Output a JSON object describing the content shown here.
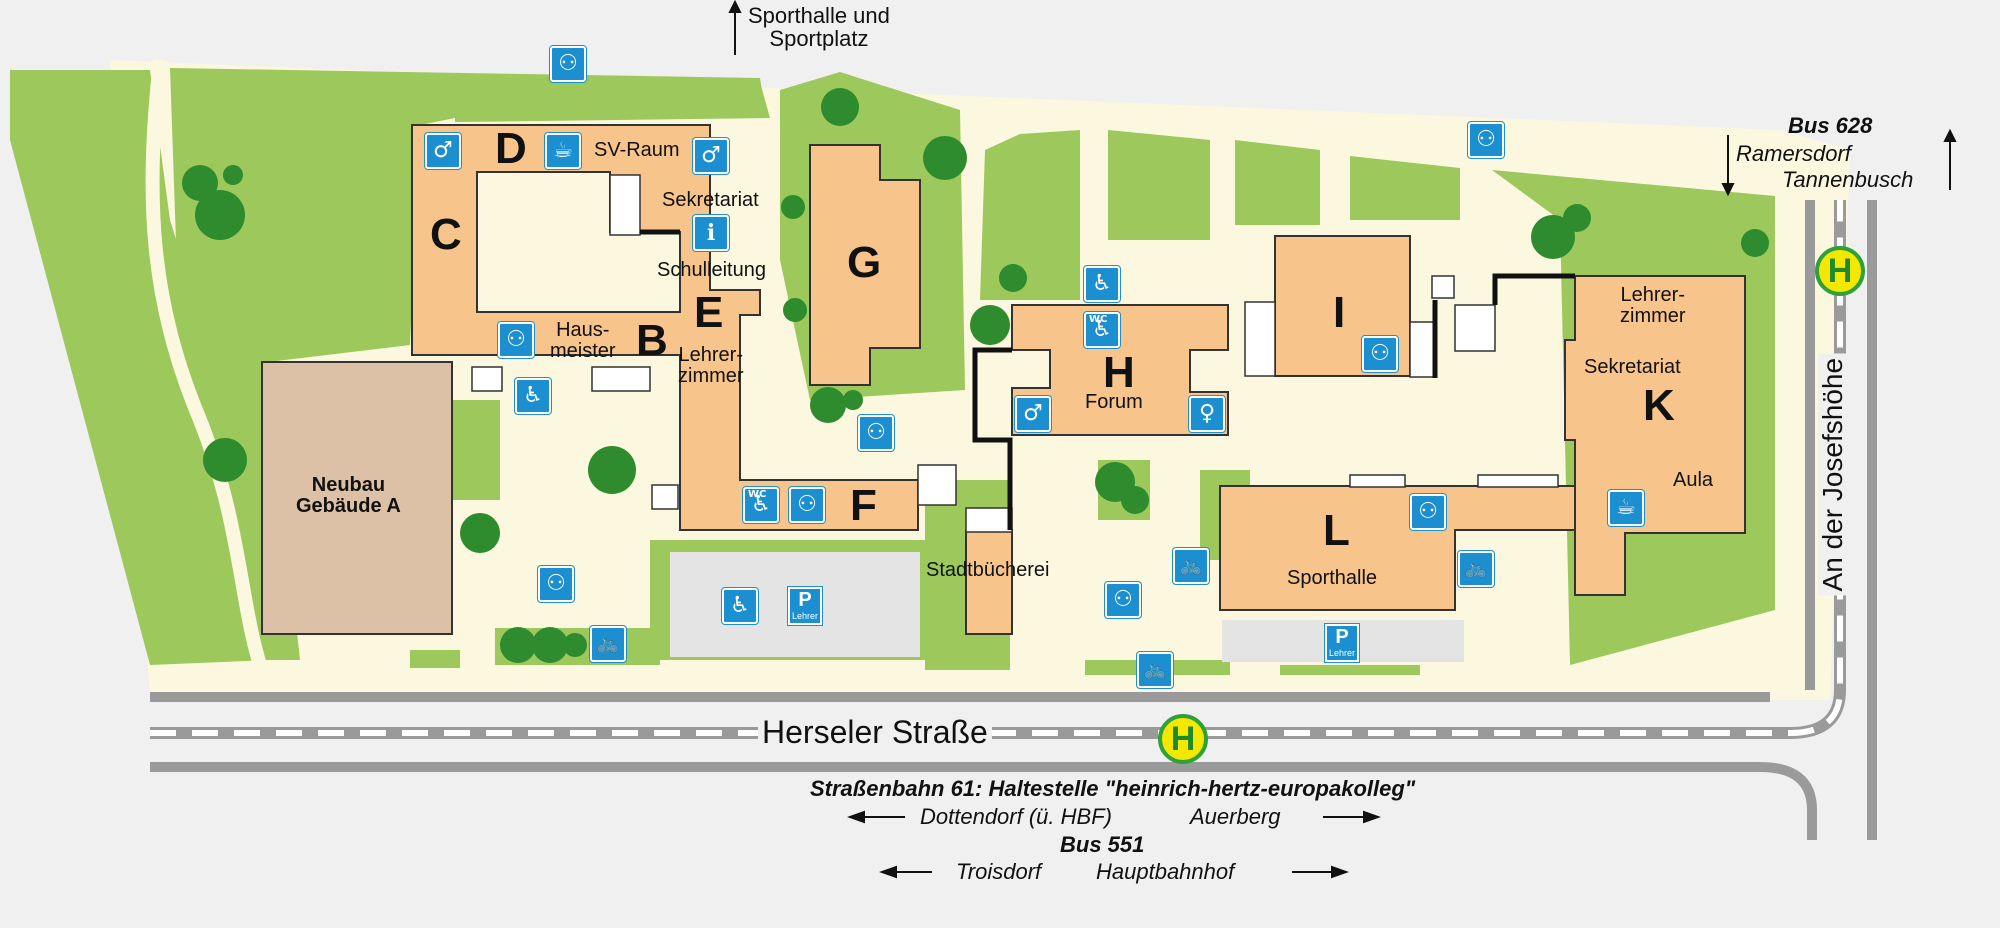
{
  "buildings": {
    "A": "Neubau\nGebäude A",
    "B": "B",
    "C": "C",
    "D": "D",
    "E": "E",
    "F": "F",
    "G": "G",
    "H": "H",
    "I": "I",
    "K": "K",
    "L": "L"
  },
  "rooms": {
    "sv_raum": "SV-Raum",
    "sekretariat_e": "Sekretariat",
    "schulleitung": "Schulleitung",
    "hausmeister": "Haus-\nmeister",
    "lehrerzimmer_e": "Lehrer-\nzimmer",
    "forum": "Forum",
    "stadtbuecherei": "Stadtbücherei",
    "lehrerzimmer_k": "Lehrer-\nzimmer",
    "sekretariat_k": "Sekretariat",
    "aula": "Aula",
    "sporthalle": "Sporthalle"
  },
  "directions": {
    "sport": "Sporthalle und\nSportplatz"
  },
  "streets": {
    "herseler": "Herseler Straße",
    "josefshoehe": "An der Josefshöhe"
  },
  "transit": {
    "bus628": "Bus 628",
    "ramersdorf": "Ramersdorf",
    "tannenbusch": "Tannenbusch",
    "tram_line": "Straßenbahn 61:  Haltestelle \"heinrich-hertz-europakolleg\"",
    "dottendorf": "Dottendorf (ü. HBF)",
    "auerberg": "Auerberg",
    "bus551": "Bus 551",
    "troisdorf": "Troisdorf",
    "hauptbahnhof": "Hauptbahnhof"
  },
  "signs": {
    "stop": "H",
    "parking": "P",
    "lehrer": "Lehrer",
    "wc": "WC"
  },
  "icons": {
    "toilet": "toilet-icon",
    "male": "male-toilet-icon",
    "female": "female-toilet-icon",
    "accessible": "accessible-icon",
    "coffee": "coffee-icon",
    "info": "info-icon",
    "bike": "bike-parking-icon",
    "car": "parking-icon"
  },
  "colors": {
    "grass": "#9dc85c",
    "path": "#fbf8df",
    "building": "#f7c48c",
    "building_a": "#dcc1a6",
    "road": "#9a9a9a",
    "sign_blue": "#1b8fd0",
    "tree": "#2e8b2e"
  }
}
